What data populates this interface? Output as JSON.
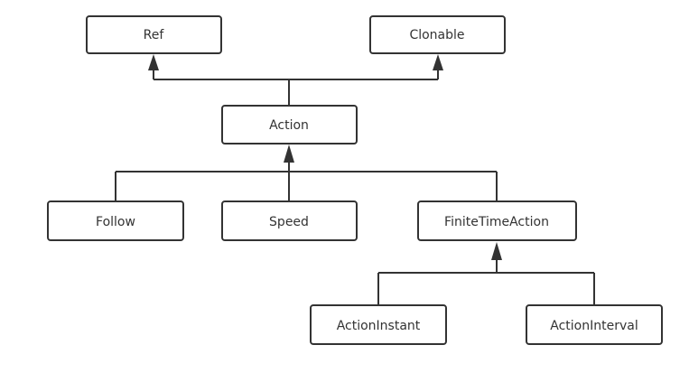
{
  "diagram": {
    "nodes": {
      "ref": "Ref",
      "clonable": "Clonable",
      "action": "Action",
      "follow": "Follow",
      "speed": "Speed",
      "finite_time_action": "FiniteTimeAction",
      "action_instant": "ActionInstant",
      "action_interval": "ActionInterval"
    },
    "edges": [
      {
        "from": "action",
        "to": "ref",
        "type": "inherits"
      },
      {
        "from": "action",
        "to": "clonable",
        "type": "inherits"
      },
      {
        "from": "follow",
        "to": "action",
        "type": "inherits"
      },
      {
        "from": "speed",
        "to": "action",
        "type": "inherits"
      },
      {
        "from": "finite_time_action",
        "to": "action",
        "type": "inherits"
      },
      {
        "from": "action_instant",
        "to": "finite_time_action",
        "type": "inherits"
      },
      {
        "from": "action_interval",
        "to": "finite_time_action",
        "type": "inherits"
      }
    ],
    "colors": {
      "stroke": "#333333",
      "fill": "#ffffff",
      "text": "#333333"
    }
  }
}
